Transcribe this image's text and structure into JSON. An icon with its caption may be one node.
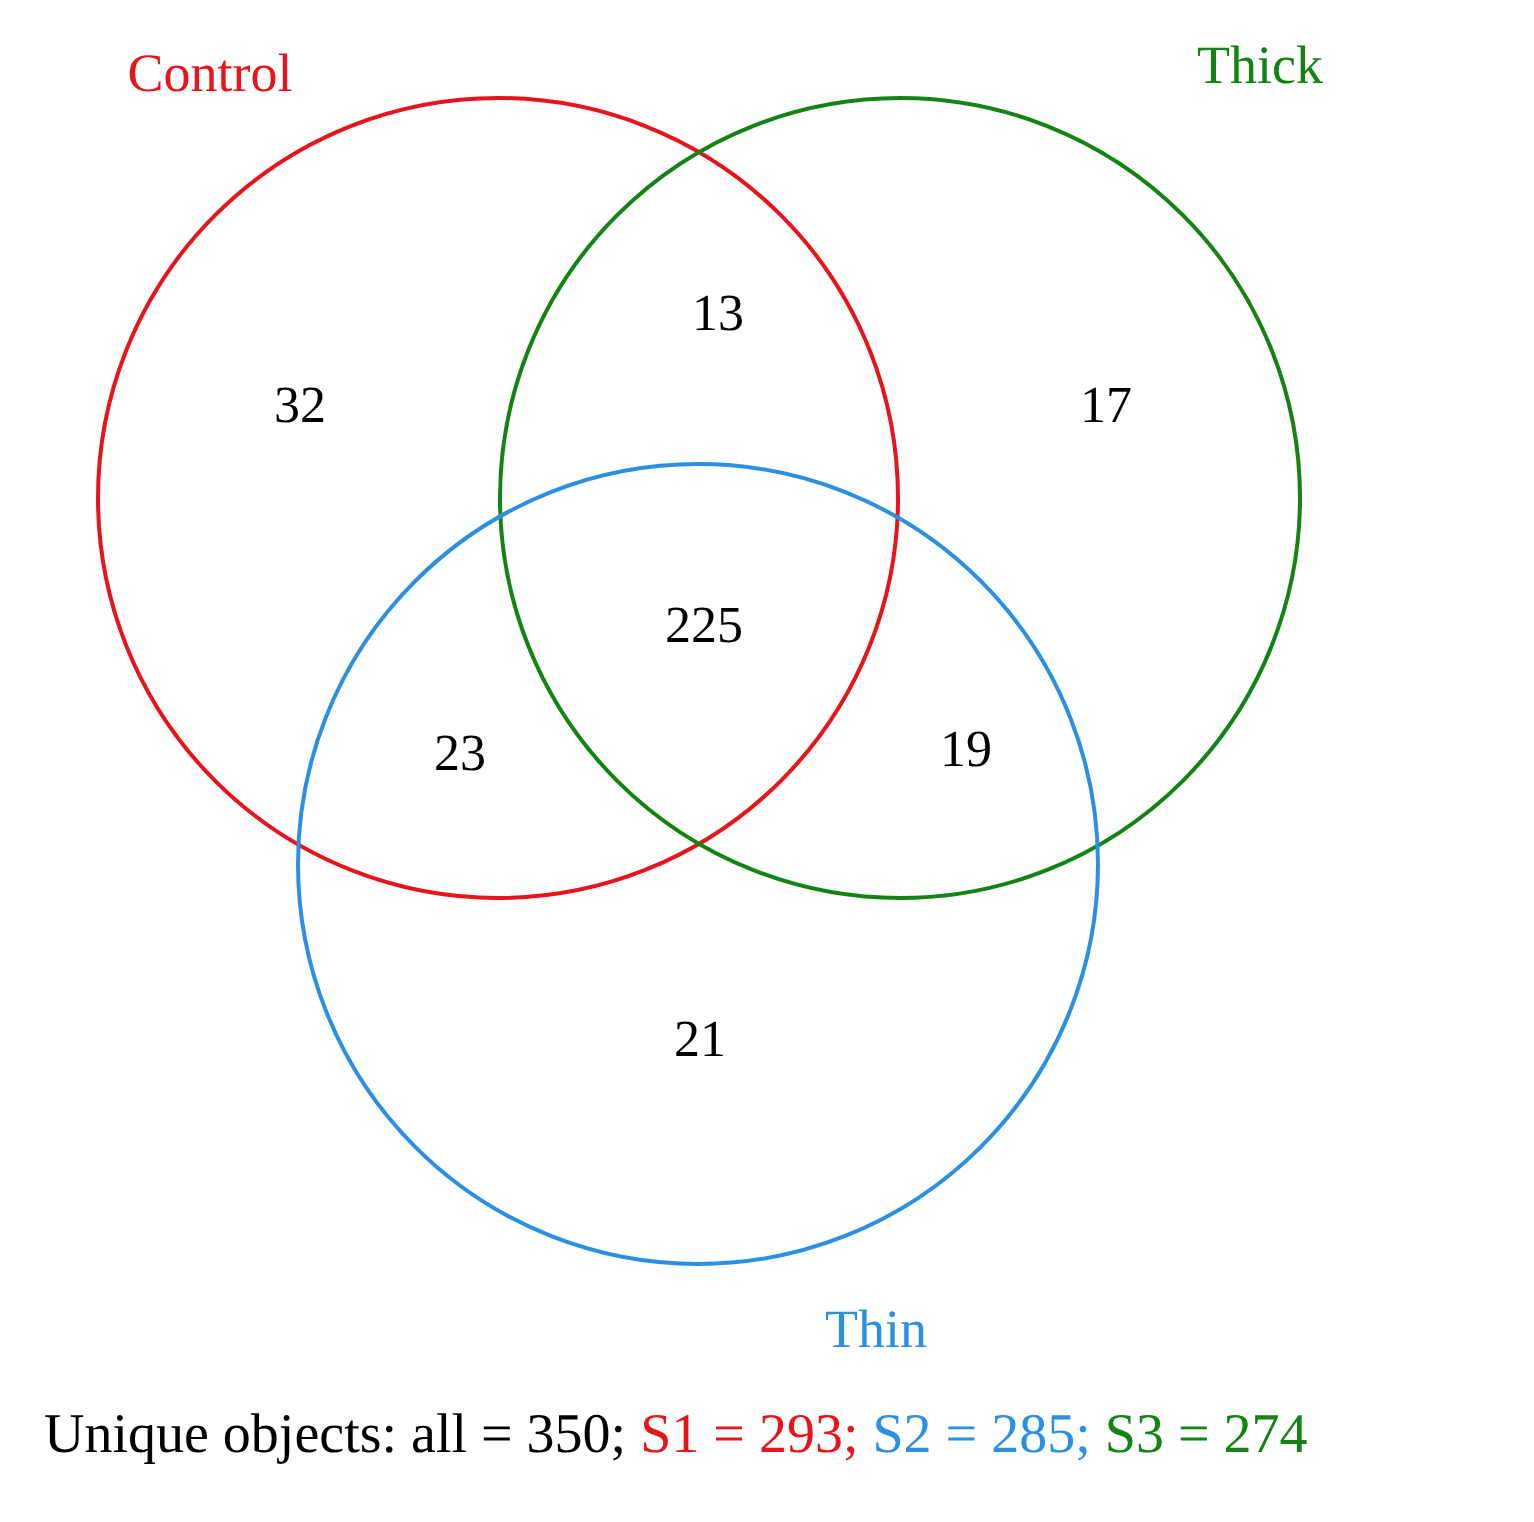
{
  "diagram": {
    "nodes": [
      {
        "text": [
          "Control"
        ]
      },
      {
        "text": [
          "Thick"
        ]
      },
      {
        "text": [
          "Thin"
        ]
      }
    ],
    "labels": [
      "13",
      "32",
      "17",
      "225",
      "23",
      "19",
      "21",
      "Unique objects: all = 350;",
      "S1 = 293;",
      "S2 = 285;",
      "S3 = 274"
    ]
  }
}
